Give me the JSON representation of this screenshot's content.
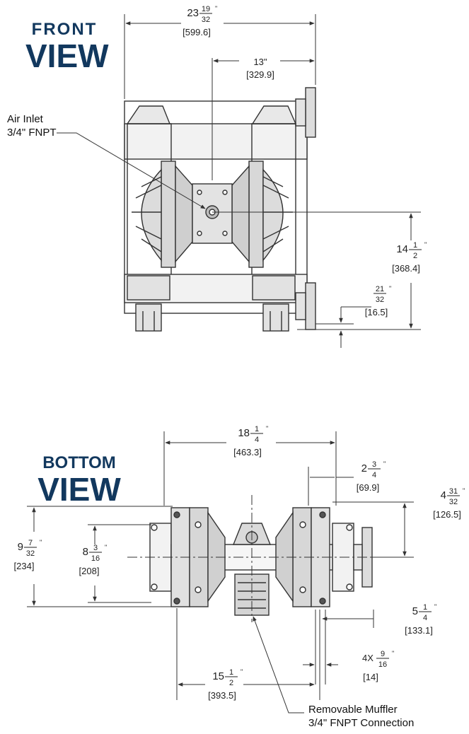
{
  "front_view": {
    "heading_line1": "FRONT",
    "heading_line2": "VIEW",
    "callout_air_inlet": [
      "Air Inlet",
      "3/4\" FNPT"
    ],
    "dimensions": {
      "overall_width": {
        "whole": "23",
        "num": "19",
        "den": "32",
        "mm": "[599.6]"
      },
      "center_width": {
        "text": "13\"",
        "mm": "[329.9]"
      },
      "height": {
        "whole": "14",
        "num": "1",
        "den": "2",
        "mm": "[368.4]"
      },
      "foot": {
        "whole": "",
        "num": "21",
        "den": "32",
        "mm": "[16.5]"
      }
    }
  },
  "bottom_view": {
    "heading_line1": "BOTTOM",
    "heading_line2": "VIEW",
    "callout_muffler": [
      "Removable Muffler",
      "3/4\" FNPT Connection"
    ],
    "dimensions": {
      "overall_width": {
        "whole": "18",
        "num": "1",
        "den": "4",
        "mm": "[463.3]"
      },
      "offset_right": {
        "whole": "2",
        "num": "3",
        "den": "4",
        "mm": "[69.9]"
      },
      "right_depth": {
        "whole": "4",
        "num": "31",
        "den": "32",
        "mm": "[126.5]"
      },
      "outer_depth": {
        "whole": "9",
        "num": "7",
        "den": "32",
        "mm": "[234]"
      },
      "inner_depth": {
        "whole": "8",
        "num": "3",
        "den": "16",
        "mm": "[208]"
      },
      "side_offset": {
        "whole": "5",
        "num": "1",
        "den": "4",
        "mm": "[133.1]"
      },
      "bolt_holes": {
        "prefix": "4X",
        "whole": "",
        "num": "9",
        "den": "16",
        "mm": "[14]"
      },
      "bolt_span": {
        "whole": "15",
        "num": "1",
        "den": "2",
        "mm": "[393.5]"
      }
    }
  },
  "colors": {
    "heading": "#12385e",
    "line": "#333333",
    "part_fill": "#e6e6e6"
  }
}
